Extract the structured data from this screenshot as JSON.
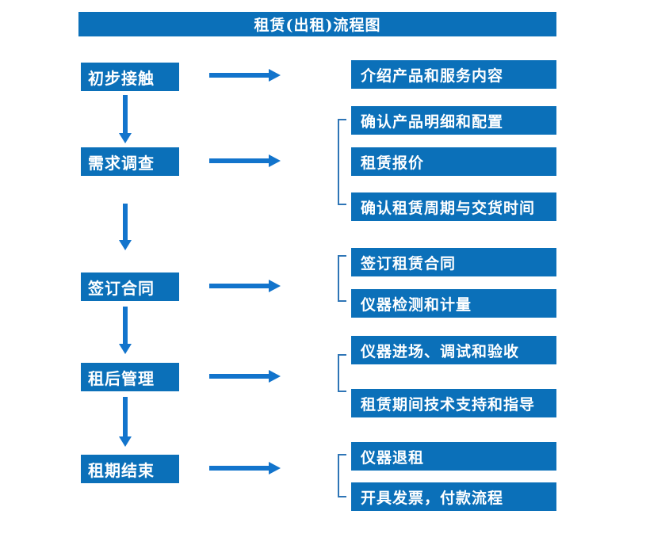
{
  "title": "租赁(出租)流程图",
  "colors": {
    "box_fill": "#0b70b9",
    "arrow": "#1274cc",
    "bracket": "#2e75b6",
    "text": "#ffffff",
    "background": "#ffffff"
  },
  "stages": [
    {
      "label": "初步接触",
      "outputs": [
        "介绍产品和服务内容"
      ]
    },
    {
      "label": "需求调查",
      "outputs": [
        "确认产品明细和配置",
        "租赁报价",
        "确认租赁周期与交货时间"
      ]
    },
    {
      "label": "签订合同",
      "outputs": [
        "签订租赁合同",
        "仪器检测和计量"
      ]
    },
    {
      "label": "租后管理",
      "outputs": [
        "仪器进场、调试和验收",
        "租赁期间技术支持和指导"
      ]
    },
    {
      "label": "租期结束",
      "outputs": [
        "仪器退租",
        "开具发票，付款流程"
      ]
    }
  ]
}
